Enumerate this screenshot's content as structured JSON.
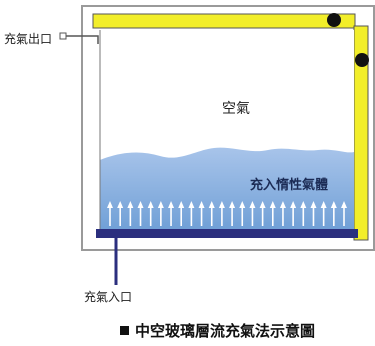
{
  "labels": {
    "outlet": "充氣出口",
    "air": "空氣",
    "inert_gas": "充入惰性氣體",
    "inlet": "充氣入口"
  },
  "caption": "中空玻璃層流充氣法示意圖",
  "colors": {
    "frame_outer": "#ffffff",
    "frame_border": "#9a9a9a",
    "spacer_yellow": "#f2ee2a",
    "gas_blue_light": "#cfe0f3",
    "gas_blue_deep": "#6f9fd6",
    "bottom_bar": "#2b2f7e",
    "arrow": "#ffffff"
  }
}
